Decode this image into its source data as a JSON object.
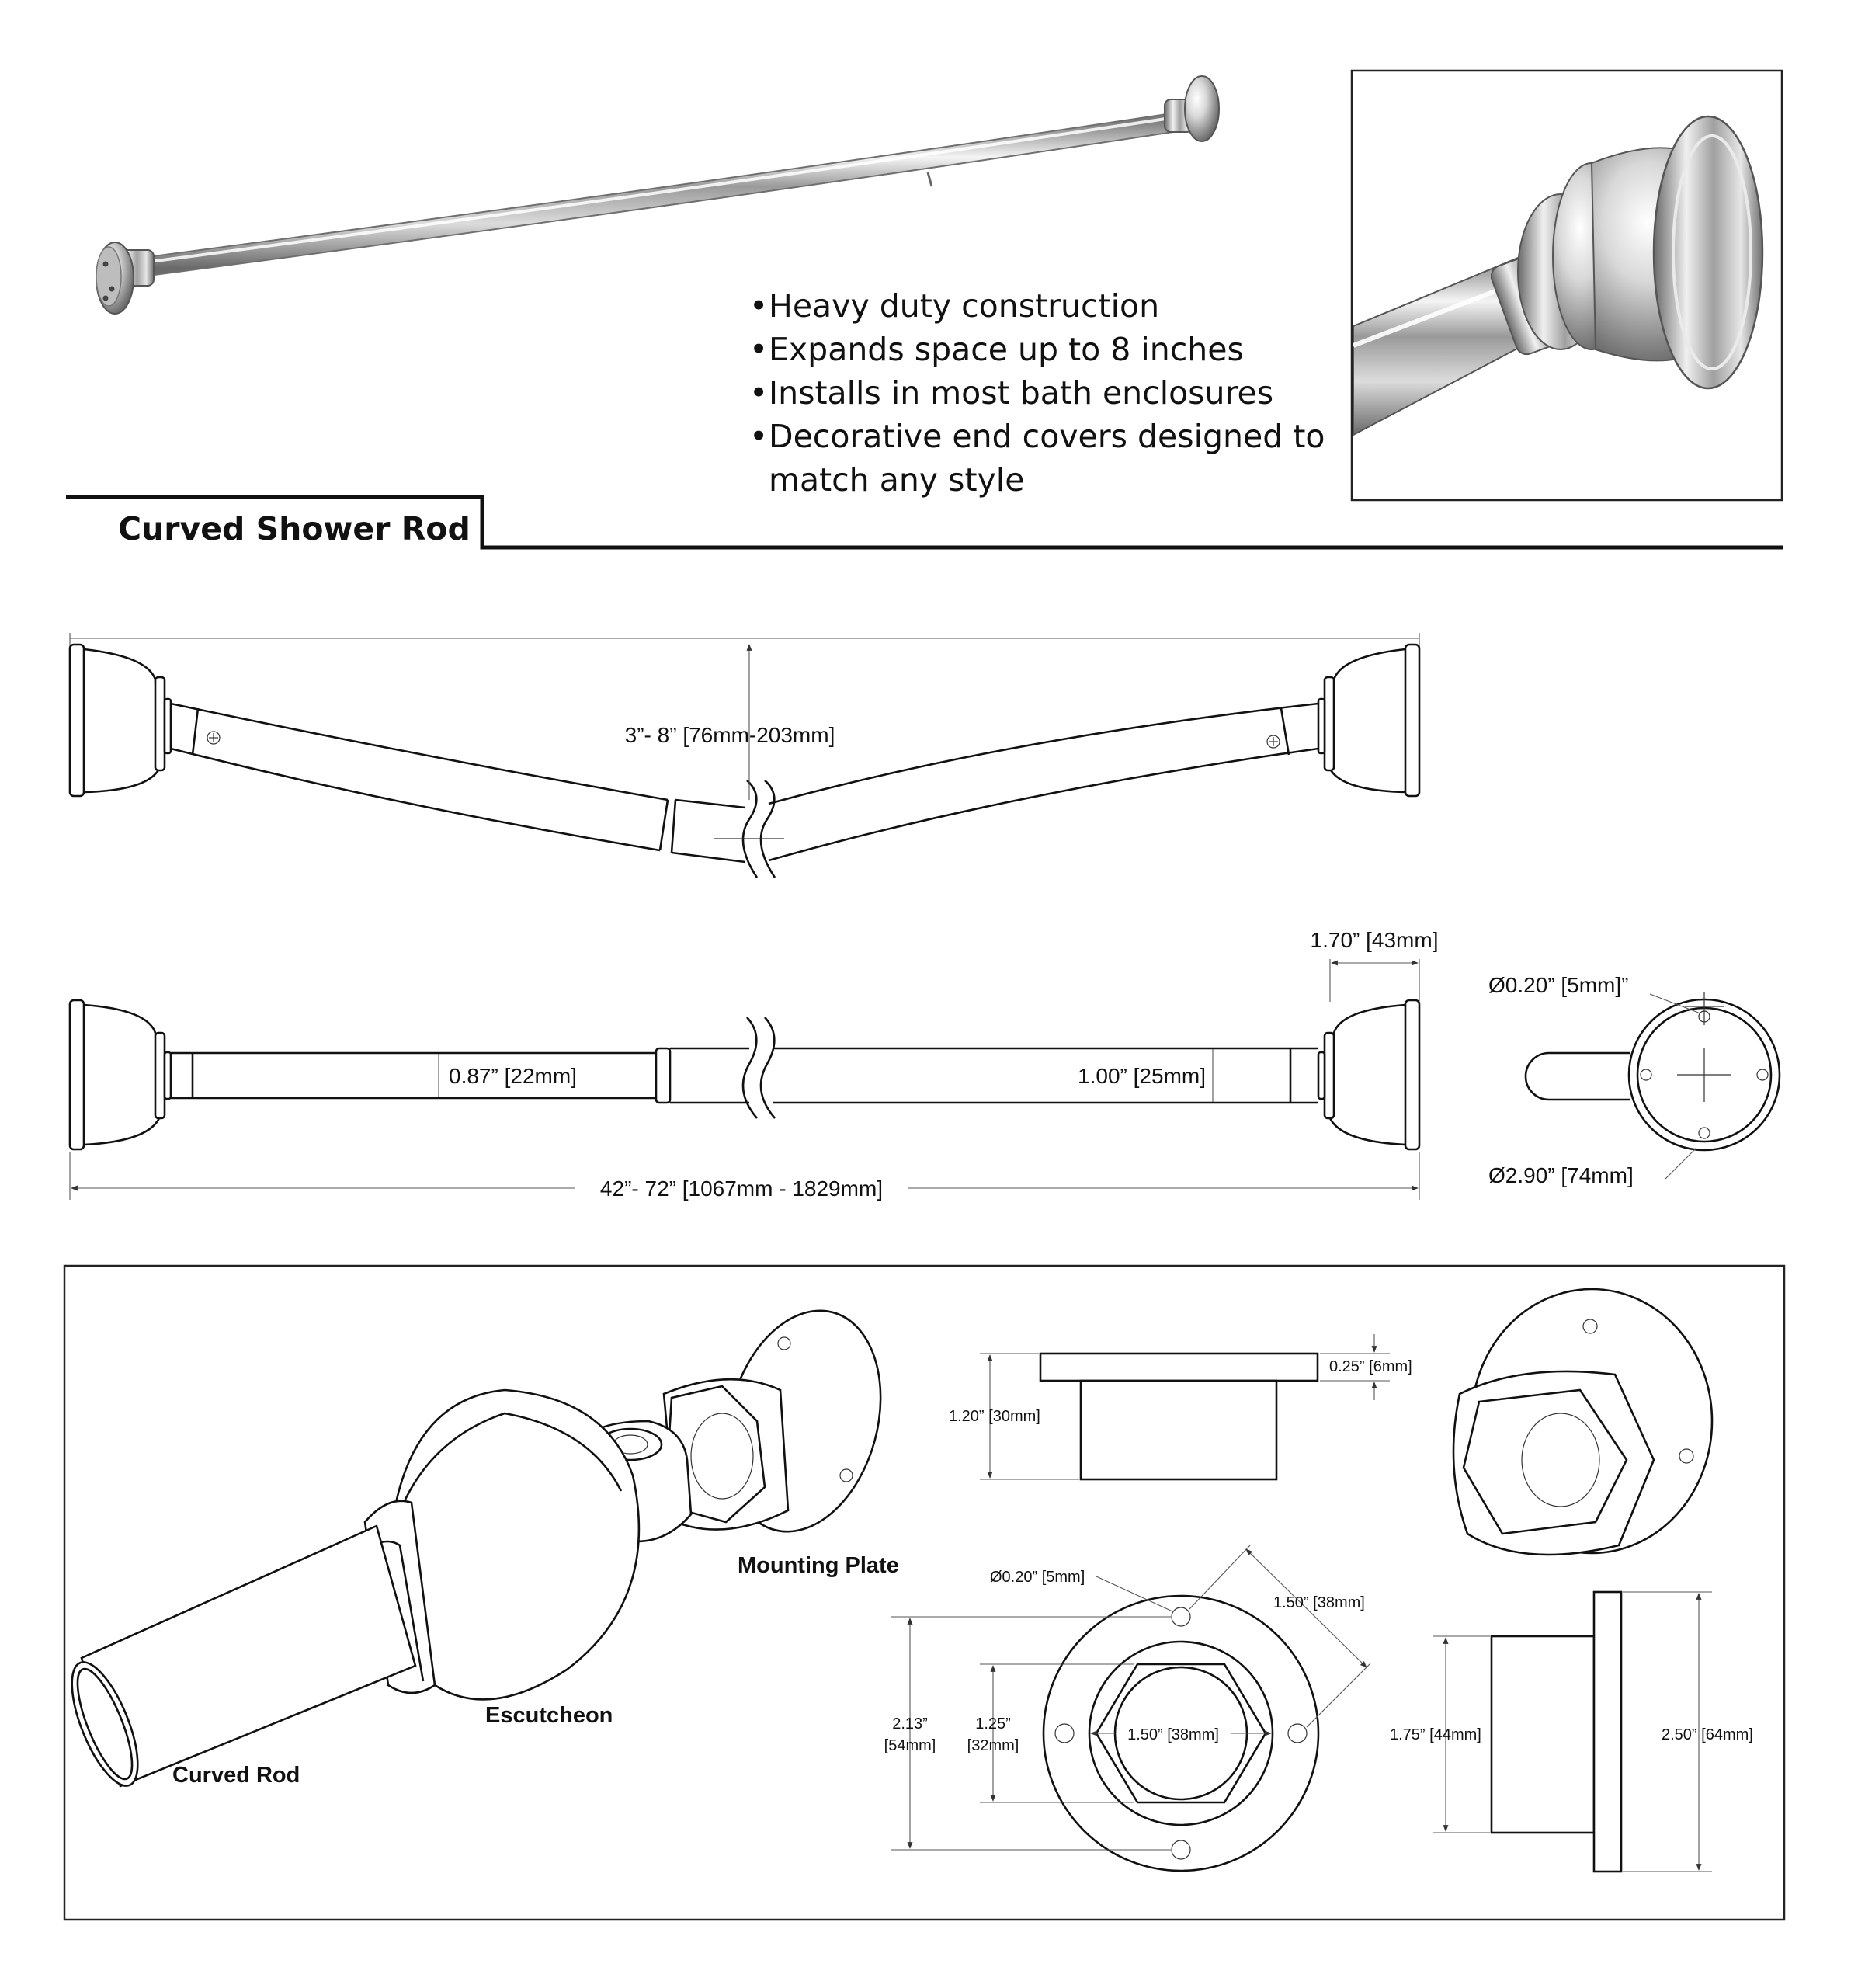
{
  "features": [
    "Heavy duty construction",
    "Expands space up to 8 inches",
    "Installs in most bath enclosures",
    "Decorative end covers designed to",
    "match any style"
  ],
  "product_title": "Curved Shower Rod",
  "dimensions": {
    "curve_depth": "3”- 8” [76mm-203mm]",
    "escutcheon_depth": "1.70” [43mm]",
    "rod_small_dia": "0.87” [22mm]",
    "rod_large_dia": "1.00” [25mm]",
    "overall_length": "42”- 72” [1067mm - 1829mm]",
    "screw_hole_dia": "Ø0.20” [5mm]”",
    "flange_dia": "Ø2.90” [74mm]"
  },
  "plate_dims": {
    "flange_thickness": "0.25” [6mm]",
    "plate_height": "1.20” [30mm]",
    "hole_dia": "Ø0.20” [5mm]",
    "hole_spacing": "1.50” [38mm]",
    "outer_dia_in": "2.13”",
    "outer_dia_mm": "[54mm]",
    "inner_dia_in": "1.25”",
    "inner_dia_mm": "[32mm]",
    "bore_dia": "1.50” [38mm]",
    "side_height": "1.75” [44mm]",
    "flange_height": "2.50” [64mm]"
  },
  "exploded_labels": {
    "mounting_plate": "Mounting Plate",
    "escutcheon": "Escutcheon",
    "curved_rod": "Curved Rod"
  }
}
